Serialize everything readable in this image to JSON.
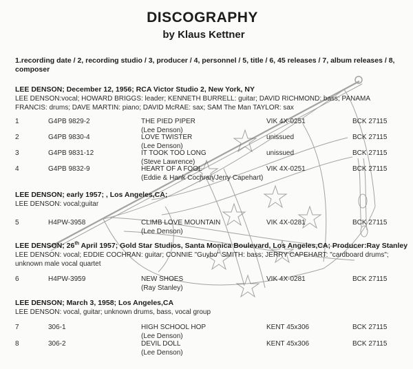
{
  "title": "DISCOGRAPHY",
  "byline": "by Klaus Kettner",
  "legend": "1.recording date / 2, recording studio / 3, producer / 4, personnel / 5, title / 6, 45 releases / 7, album releases / 8, composer",
  "sessions": [
    {
      "heading": "LEE DENSON; December 12, 1956; RCA Victor Studio 2, New York, NY",
      "personnel": "LEE DENSON:vocal; HOWARD BRIGGS: leader; KENNETH BURRELL: guitar; DAVID RICHMOND: bass; PANAMA FRANCIS: drums; DAVE MARTIN: piano; DAVID McRAE: sax; SAM The Man TAYLOR: sax",
      "tracks": [
        {
          "num": "1",
          "matrix": "G4PB 9829-2",
          "title": "THE PIED PIPER",
          "composer": "(Lee Denson)",
          "release": "VIK 4X-0251",
          "album": "BCK 27115"
        },
        {
          "num": "2",
          "matrix": "G4PB 9830-4",
          "title": "LOVE TWISTER",
          "composer": "(Lee Denson)",
          "release": "unissued",
          "album": "BCK 27115"
        },
        {
          "num": "3",
          "matrix": "G4PB 9831-12",
          "title": "IT TOOK TOO LONG",
          "composer": "(Steve Lawrence)",
          "release": "unissued",
          "album": "BCK 27115"
        },
        {
          "num": "4",
          "matrix": "G4PB 9832-9",
          "title": "HEART OF A FOOL",
          "composer": "(Eddie & Hank Cochran/Jerry Capehart)",
          "release": "VIK 4X-0251",
          "album": "BCK 27115"
        }
      ]
    },
    {
      "heading": "LEE DENSON; early 1957; , Los Angeles,CA;",
      "personnel": "LEE DENSON: vocal;guitar",
      "tracks": [
        {
          "num": "5",
          "matrix": "H4PW-3958",
          "title": "CLIMB LOVE MOUNTAIN",
          "composer": "(Lee Denson)",
          "release": "VIK 4X-0281",
          "album": "BCK 27115"
        }
      ]
    },
    {
      "heading_pre": "LEE DENSON; 26",
      "heading_sup": "th",
      "heading_post": " April 1957; Gold Star Studios, Santa Monica Boulevard, Los Angeles,CA; Producer:Ray Stanley",
      "personnel": "LEE DENSON: vocal; EDDIE COCHRAN: guitar; CONNIE \"Guybo\" SMITH: bass; JERRY CAPEHART: \"cardboard drums\"; unknown male vocal quartet",
      "tracks": [
        {
          "num": "6",
          "matrix": "H4PW-3959",
          "title": "NEW SHOES",
          "composer": "(Ray Stanley)",
          "release": "VIK 4X-0281",
          "album": "BCK 27115"
        }
      ]
    },
    {
      "heading": "LEE DENSON; March 3, 1958; Los Angeles,CA",
      "personnel": "LEE DENSON: vocal, guitar; unknown drums, bass, vocal group",
      "tracks": [
        {
          "num": "7",
          "matrix": "306-1",
          "title": "HIGH SCHOOL HOP",
          "composer": "(Lee Denson)",
          "release": "KENT 45x306",
          "album": "BCK 27115"
        },
        {
          "num": "8",
          "matrix": "306-2",
          "title": "DEVIL DOLL",
          "composer": "(Lee Denson)",
          "release": "KENT 45x306",
          "album": "BCK 27115"
        }
      ]
    }
  ]
}
